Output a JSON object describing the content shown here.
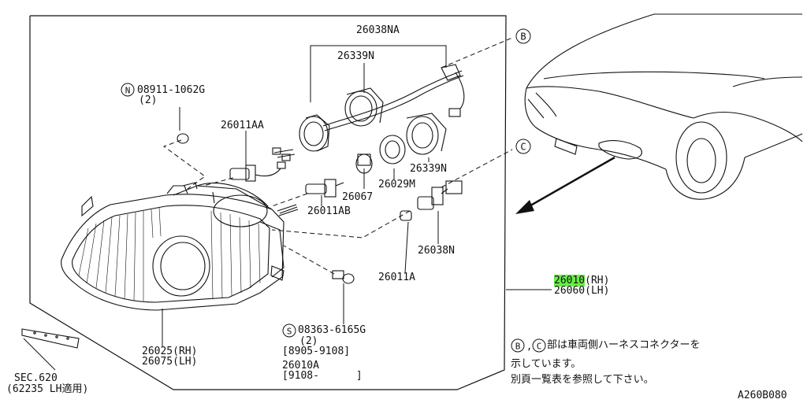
{
  "labels": {
    "p26038NA": "26038NA",
    "p26339N_top": "26339N",
    "bolt_code": "08911-1062G",
    "bolt_qty": "(2)",
    "p26011AA": "26011AA",
    "p26339N_bottom": "26339N",
    "p26029M": "26029M",
    "p26067": "26067",
    "p26011AB": "26011AB",
    "p26038N": "26038N",
    "p26011A": "26011A",
    "main_rh_code": "26010",
    "main_rh_suffix": "(RH)",
    "main_lh": "26060(LH)",
    "screw_code": "08363-6165G",
    "screw_qty": "(2)",
    "screw_range": "[8905-9108]",
    "alt_code": "26010A",
    "alt_range": "[9108-      ]",
    "lens_rh": "26025(RH)",
    "lens_lh": "26075(LH)",
    "sec_ref": "SEC.620",
    "sec_note": "(62235 LH適用)",
    "callout_b": "B",
    "callout_c": "C",
    "bolt_mark": "N",
    "screw_mark": "S",
    "note_line1": "部は車両側ハーネスコネクターを",
    "note_line2": "示しています。",
    "note_line3": "別頁一覧表を参照して下さい。",
    "diagram_code": "A260B080"
  },
  "colors": {
    "line": "#111111",
    "highlight": "#66ee44"
  }
}
